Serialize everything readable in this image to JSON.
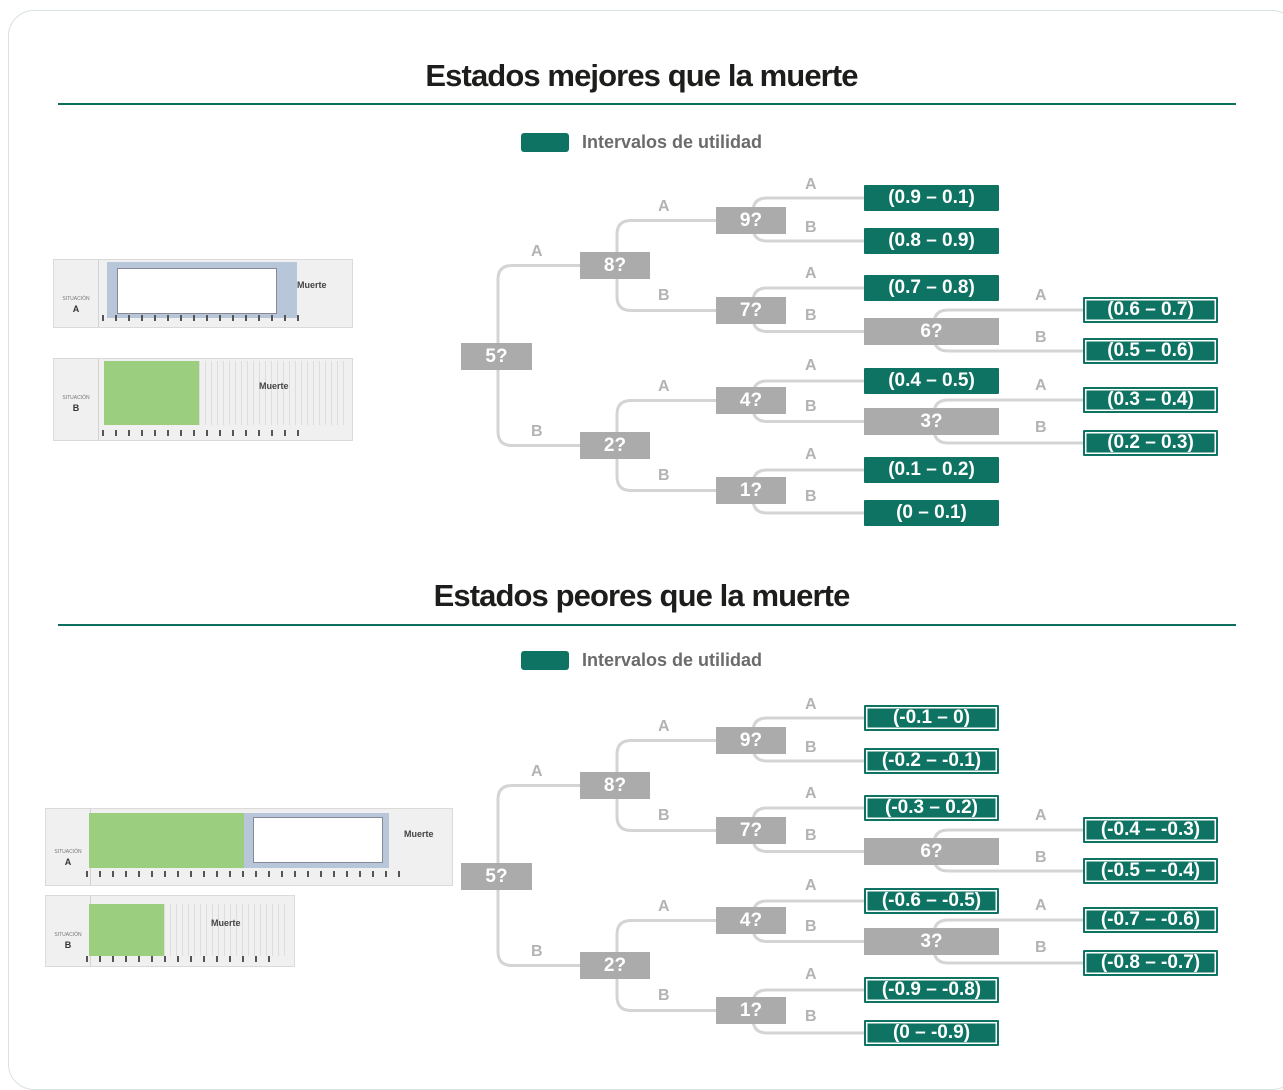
{
  "colors": {
    "teal": "#0e7363",
    "gray_node": "#ababab",
    "line": "#d4d4d4",
    "green_bar": "#9bcf7f",
    "blue_frame": "#b7c6d8"
  },
  "sections": [
    {
      "title": "Estados mejores que la muerte",
      "legend": "Intervalos de utilidad",
      "nodes": {
        "root": "5?",
        "n8": "8?",
        "n2": "2?",
        "n9": "9?",
        "n7": "7?",
        "n6": "6?",
        "n4": "4?",
        "n3": "3?",
        "n1": "1?"
      },
      "results": {
        "r9a": "(0.9 – 0.1)",
        "r9b": "(0.8 – 0.9)",
        "r7a": "(0.7 – 0.8)",
        "r6a": "(0.6 – 0.7)",
        "r6b": "(0.5 – 0.6)",
        "r4a": "(0.4 – 0.5)",
        "r3a": "(0.3 – 0.4)",
        "r3b": "(0.2 – 0.3)",
        "r1a": "(0.1 – 0.2)",
        "r1b": "(0 – 0.1)"
      },
      "thumbnail": {
        "situation_label": "SITUACIÓN",
        "a": "A",
        "b": "B",
        "death": "Muerte",
        "ticks": [
          "0",
          "1",
          "2",
          "3",
          "4",
          "5",
          "6",
          "7",
          "8",
          "9",
          "10"
        ]
      }
    },
    {
      "title": "Estados peores que la muerte",
      "legend": "Intervalos de utilidad",
      "nodes": {
        "root": "5?",
        "n8": "8?",
        "n2": "2?",
        "n9": "9?",
        "n7": "7?",
        "n6": "6?",
        "n4": "4?",
        "n3": "3?",
        "n1": "1?"
      },
      "results": {
        "r9a": "(-0.1 – 0)",
        "r9b": "(-0.2 – -0.1)",
        "r7a": "(-0.3 – 0.2)",
        "r6a": "(-0.4 – -0.3)",
        "r6b": "(-0.5 – -0.4)",
        "r4a": "(-0.6 – -0.5)",
        "r3a": "(-0.7 – -0.6)",
        "r3b": "(-0.8 – -0.7)",
        "r1a": "(-0.9 – -0.8)",
        "r1b": "(0 – -0.9)"
      },
      "thumbnail": {
        "situation_label": "SITUACIÓN",
        "a": "A",
        "b": "B",
        "death": "Muerte",
        "ticks": [
          "0",
          "1",
          "2",
          "3",
          "4",
          "5",
          "6",
          "7",
          "8",
          "9",
          "10"
        ]
      }
    }
  ],
  "branch_labels": {
    "a": "A",
    "b": "B"
  }
}
